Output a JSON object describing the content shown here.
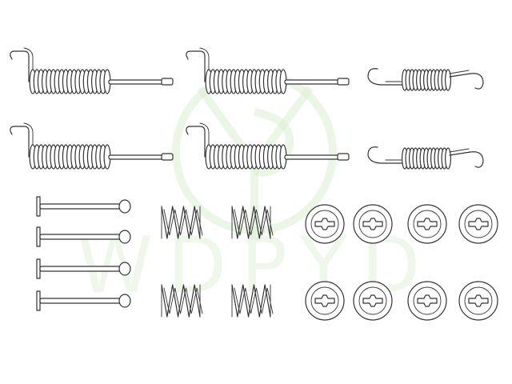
{
  "watermark": {
    "text": "WDPYD",
    "color": "#dbefd2",
    "logo": "wdpyd-circle-logo"
  },
  "colors": {
    "line": "#333333",
    "fill": "#ffffff",
    "background": "#ffffff"
  },
  "parts": {
    "return_springs_with_rod": 4,
    "return_springs_double_hook": 2,
    "hold_down_pins": 4,
    "hold_down_springs": 4,
    "hold_down_cups": 8
  }
}
